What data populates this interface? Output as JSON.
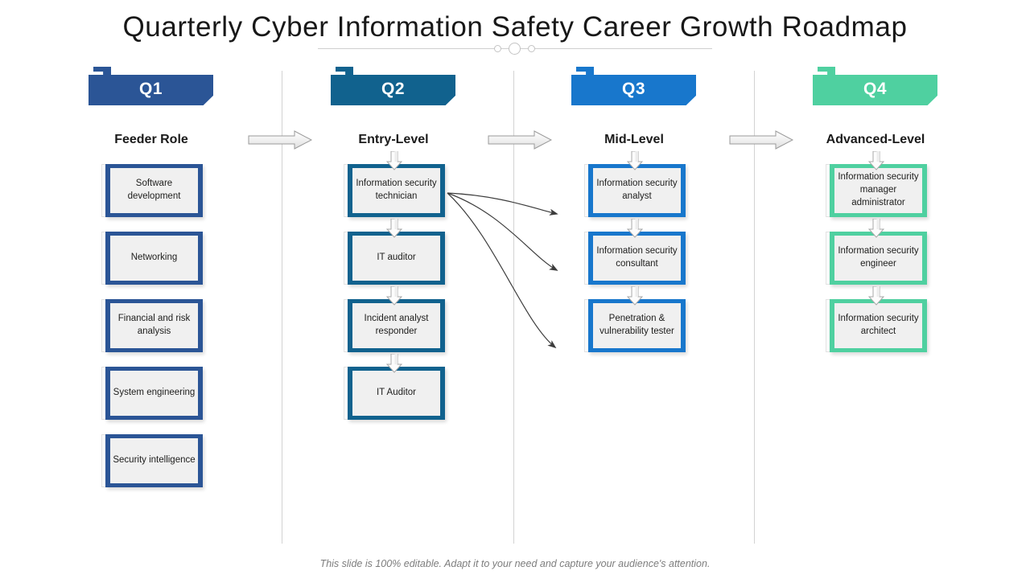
{
  "slide": {
    "title": "Quarterly Cyber Information Safety Career Growth Roadmap",
    "footer_note": "This slide is 100% editable. Adapt it to your need and capture your audience's attention.",
    "background": "#ffffff"
  },
  "decor": {
    "divider_dots": [
      "small-circle",
      "large-circle",
      "small-circle"
    ],
    "step_arrow_icon": "right-block-arrow-icon",
    "down_arrow_icon": "down-block-arrow-icon",
    "connector_icon": "curved-arrow-icon"
  },
  "columns": [
    {
      "id": "q1",
      "ribbon_label": "Q1",
      "subtitle": "Feeder Role",
      "color": "#2B5596",
      "has_down_arrows": false,
      "nodes": [
        {
          "label": "Software development"
        },
        {
          "label": "Networking"
        },
        {
          "label": "Financial and risk analysis"
        },
        {
          "label": "System engineering"
        },
        {
          "label": "Security intelligence"
        }
      ]
    },
    {
      "id": "q2",
      "ribbon_label": "Q2",
      "subtitle": "Entry-Level",
      "color": "#11628E",
      "has_down_arrows": true,
      "nodes": [
        {
          "label": "Information security technician"
        },
        {
          "label": "IT auditor"
        },
        {
          "label": "Incident analyst responder"
        },
        {
          "label": "IT Auditor"
        }
      ]
    },
    {
      "id": "q3",
      "ribbon_label": "Q3",
      "subtitle": "Mid-Level",
      "color": "#1877CC",
      "has_down_arrows": true,
      "nodes": [
        {
          "label": "Information security analyst"
        },
        {
          "label": "Information security consultant"
        },
        {
          "label": "Penetration & vulnerability tester"
        }
      ]
    },
    {
      "id": "q4",
      "ribbon_label": "Q4",
      "subtitle": "Advanced-Level",
      "color": "#4FD0A0",
      "has_down_arrows": true,
      "nodes": [
        {
          "label": "Information security manager administrator"
        },
        {
          "label": "Information security engineer"
        },
        {
          "label": "Information security architect"
        }
      ]
    }
  ]
}
